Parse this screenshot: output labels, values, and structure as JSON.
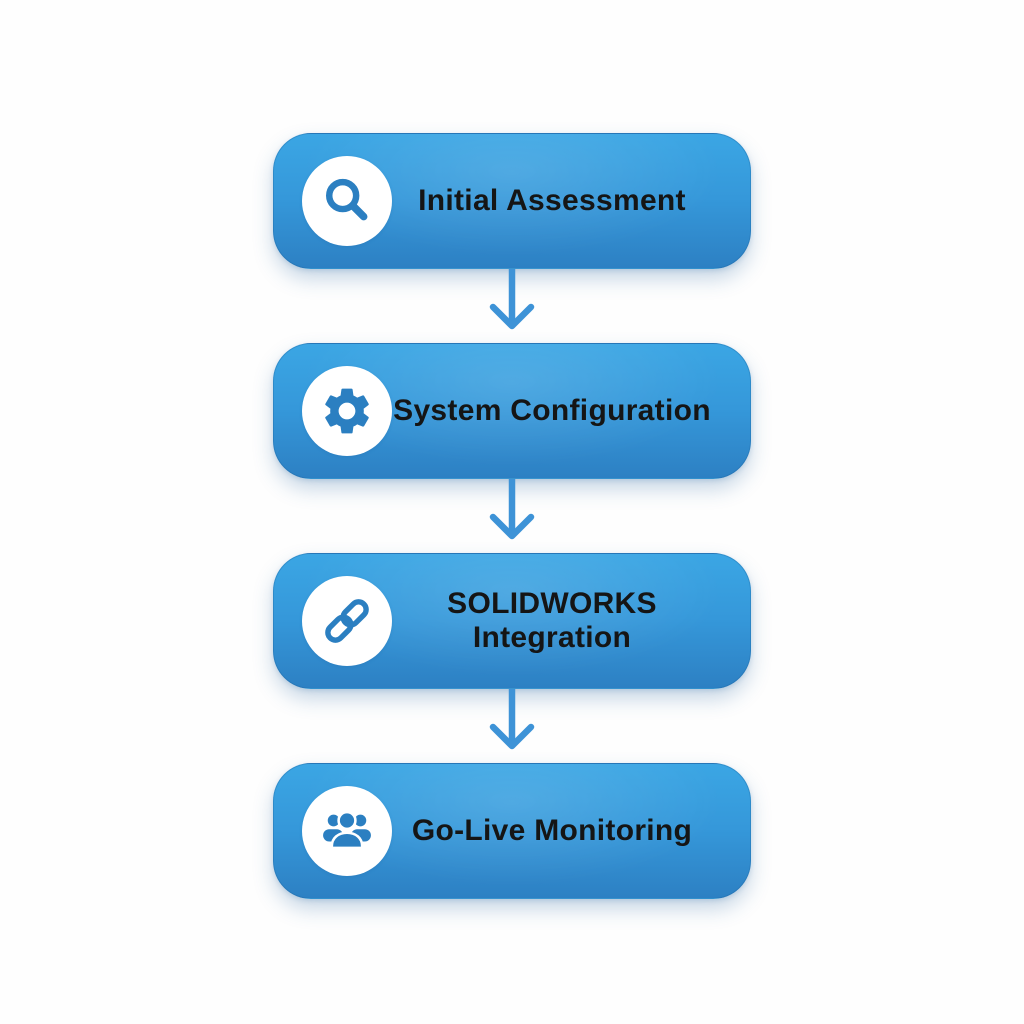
{
  "page": {
    "background": "#fefefe"
  },
  "flowchart": {
    "direction": "vertical",
    "connector": "down-arrow",
    "steps": [
      {
        "id": "initial-assessment",
        "label": "Initial Assessment",
        "icon": "search-icon"
      },
      {
        "id": "system-configuration",
        "label": "System Configuration",
        "icon": "gear-icon"
      },
      {
        "id": "solidworks-integration",
        "label": "SOLIDWORKS Integration",
        "icon": "link-icon"
      },
      {
        "id": "go-live-monitoring",
        "label": "Go-Live Monitoring",
        "icon": "users-icon"
      }
    ],
    "colors": {
      "box_gradient_top": "#3ba6e4",
      "box_gradient_bottom": "#2d80c3",
      "icon_circle_fill": "#ffffff",
      "icon_glyph": "#2b7fc1",
      "arrow": "#3e93d7",
      "label_text": "#151515",
      "background": "#fefefe"
    }
  }
}
